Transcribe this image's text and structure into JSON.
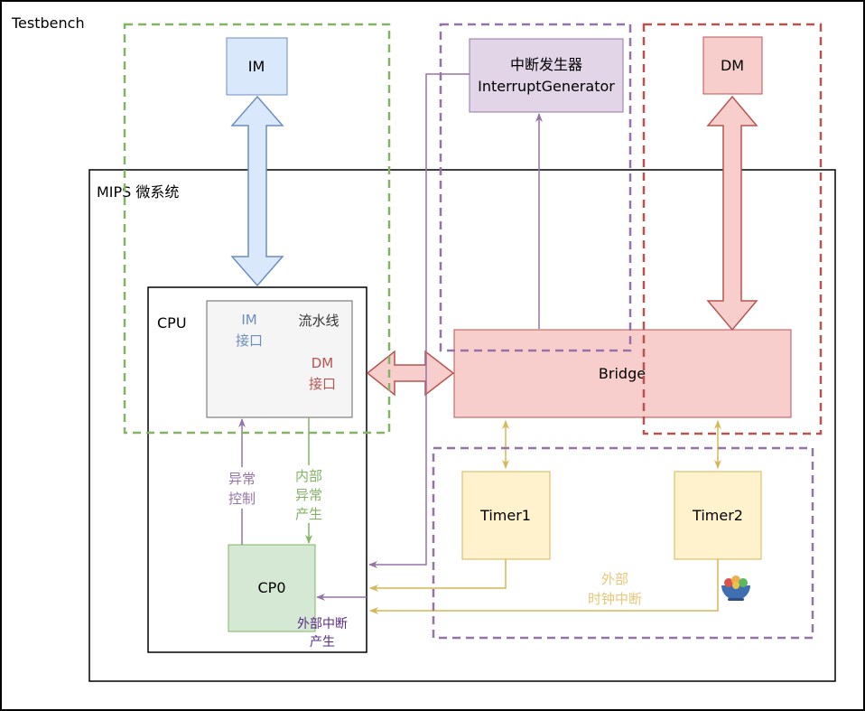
{
  "testbench": {
    "label": "Testbench"
  },
  "system": {
    "label": "MIPS 微系统"
  },
  "im": {
    "label": "IM"
  },
  "dm": {
    "label": "DM"
  },
  "interrupt_generator": {
    "line1": "中断发生器",
    "line2": "InterruptGenerator"
  },
  "cpu": {
    "label": "CPU",
    "pipeline": {
      "label": "流水线",
      "im_interface": [
        "IM",
        "接口"
      ],
      "dm_interface": [
        "DM",
        "接口"
      ]
    }
  },
  "bridge": {
    "label": "Bridge"
  },
  "cp0": {
    "label": "CP0"
  },
  "timer1": {
    "label": "Timer1"
  },
  "timer2": {
    "label": "Timer2"
  },
  "arrow_labels": {
    "exception_control": [
      "异常",
      "控制"
    ],
    "internal_exception": [
      "内部",
      "异常",
      "产生"
    ],
    "external_interrupt": [
      "外部中断",
      "产生"
    ],
    "external_clock_interrupt": [
      "外部",
      "时钟中断"
    ]
  },
  "colors": {
    "green": "#82b366",
    "purple": "#9673a6",
    "red": "#b85450",
    "blue": "#6c8ebf",
    "gold": "#d6b656",
    "im_fill": "#dae8fc",
    "dm_fill": "#f8cecc",
    "purple_fill": "#e1d5e7",
    "green_fill": "#d5e8d4",
    "gold_fill": "#fff2cc",
    "gray_fill": "#f5f5f5"
  }
}
